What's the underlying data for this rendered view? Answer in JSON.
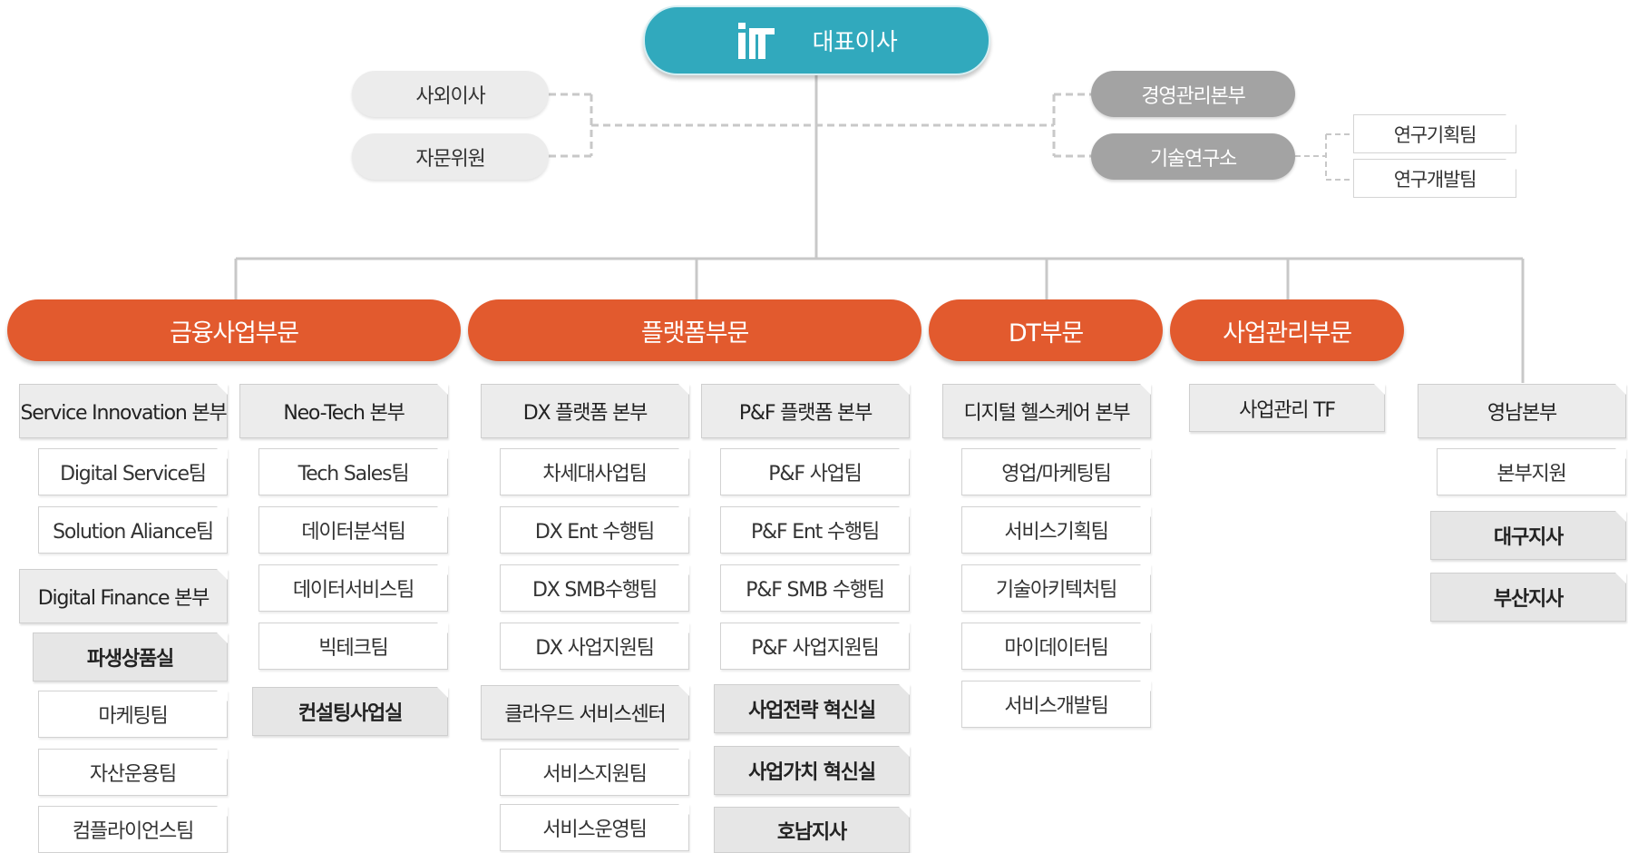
{
  "ceo": {
    "label": "대표이사"
  },
  "advisors": [
    "사외이사",
    "자문위원"
  ],
  "staff": {
    "management": "경영관리본부",
    "research": "기술연구소",
    "research_teams": [
      "연구기획팀",
      "연구개발팀"
    ]
  },
  "divisions": {
    "finance": {
      "label": "금융사업부문",
      "service_innovation": {
        "label": "Service Innovation 본부",
        "teams": [
          "Digital Service팀",
          "Solution Aliance팀"
        ]
      },
      "digital_finance": {
        "label": "Digital Finance 본부",
        "office": "파생상품실",
        "teams": [
          "마케팅팀",
          "자산운용팀",
          "컴플라이언스팀"
        ]
      },
      "neo_tech": {
        "label": "Neo-Tech 본부",
        "teams": [
          "Tech Sales팀",
          "데이터분석팀",
          "데이터서비스팀",
          "빅테크팀"
        ],
        "office": "컨설팅사업실"
      }
    },
    "platform": {
      "label": "플랫폼부문",
      "dx": {
        "label": "DX 플랫폼 본부",
        "teams": [
          "차세대사업팀",
          "DX Ent 수행팀",
          "DX SMB수행팀",
          "DX 사업지원팀"
        ]
      },
      "cloud": {
        "label": "클라우드 서비스센터",
        "teams": [
          "서비스지원팀",
          "서비스운영팀"
        ]
      },
      "pf": {
        "label": "P&F 플랫폼 본부",
        "teams": [
          "P&F 사업팀",
          "P&F Ent 수행팀",
          "P&F SMB 수행팀",
          "P&F 사업지원팀"
        ],
        "offices": [
          "사업전략 혁신실",
          "사업가치 혁신실",
          "호남지사"
        ]
      }
    },
    "dt": {
      "label": "DT부문",
      "healthcare": {
        "label": "디지털 헬스케어 본부",
        "teams": [
          "영업/마케팅팀",
          "서비스기획팀",
          "기술아키텍처팀",
          "마이데이터팀",
          "서비스개발팀"
        ]
      }
    },
    "biz_mgmt": {
      "label": "사업관리부문",
      "tf": "사업관리 TF"
    }
  },
  "yeongnam": {
    "label": "영남본부",
    "team": "본부지원",
    "offices": [
      "대구지사",
      "부산지사"
    ]
  },
  "colors": {
    "ceo": "#31a9bd",
    "division": "#e25a2e",
    "staff_dark": "#a3a3a3",
    "staff_light": "#ececec",
    "line": "#c8c8c8"
  }
}
